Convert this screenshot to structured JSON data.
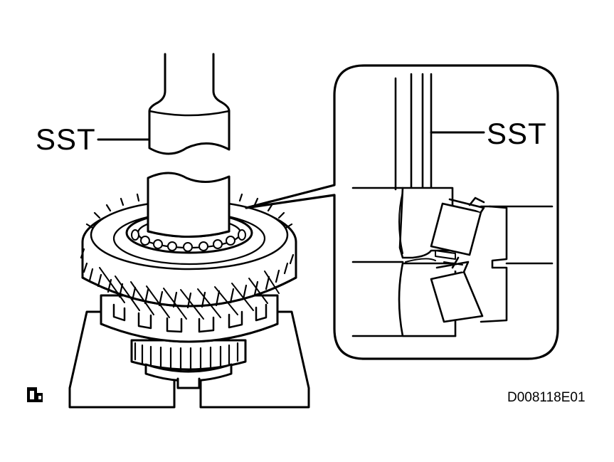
{
  "labels": {
    "sst_main": "SST",
    "sst_detail": "SST",
    "figure_code": "D008118E01"
  },
  "icons": {
    "corner": "service-note-icon"
  },
  "colors": {
    "ink": "#000000",
    "paper": "#ffffff"
  }
}
